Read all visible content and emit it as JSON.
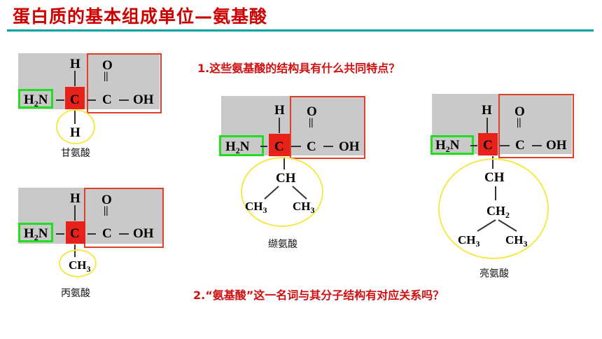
{
  "title": "蛋白质的基本组成单位—氨基酸",
  "atoms": {
    "H": "H",
    "O": "O",
    "C": "C",
    "OH": "OH",
    "N": "N",
    "CH": "CH",
    "CH2": "CH",
    "two": "2",
    "three": "3"
  },
  "bonds": {
    "double": "||",
    "single": "—"
  },
  "captions": {
    "glycine": "甘氨酸",
    "alanine": "丙氨酸",
    "valine": "缬氨酸",
    "leucine": "亮氨酸"
  },
  "questions": {
    "q1": "1.这些氨基酸的结构具有什么共同特点？",
    "q2": "2.“氨基酸”这一名词与其分子结构有对应关系吗？"
  },
  "colors": {
    "title": "#cc0000",
    "rule": "#00a0a8",
    "backdrop": "#c9c9c9",
    "carboxyl_box": "#e0402a",
    "amino_box": "#22dd22",
    "central_carbon": "#e8221a",
    "r_group_circle": "#f5e84a",
    "question": "#d01010"
  }
}
